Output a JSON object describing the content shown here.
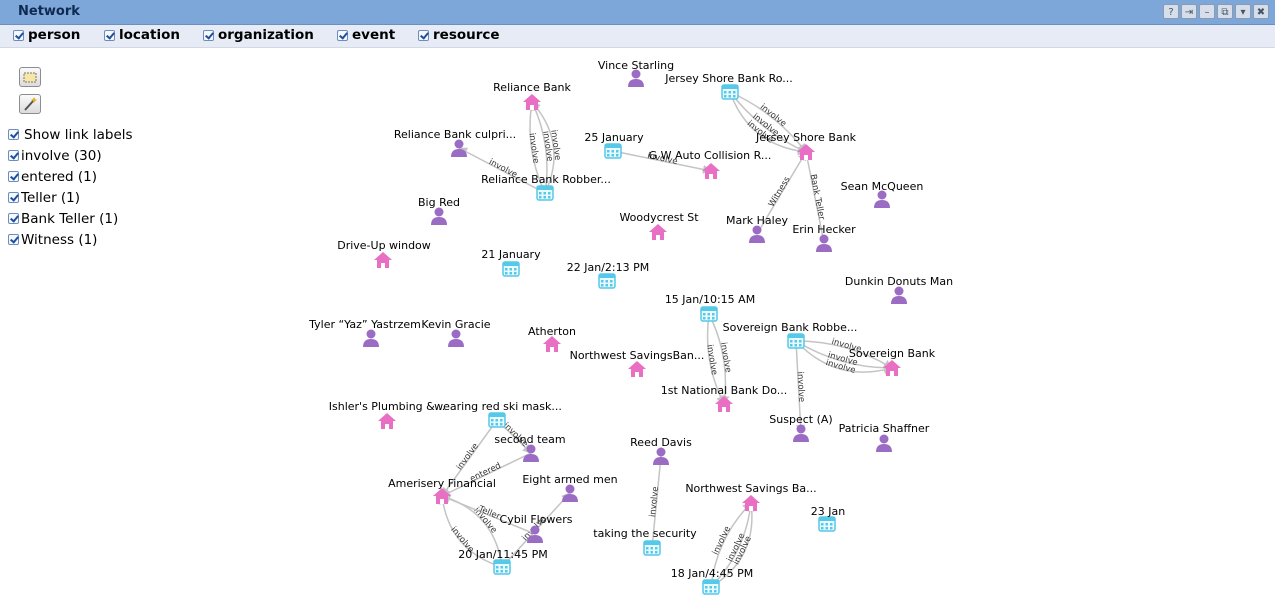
{
  "window": {
    "title": "Network"
  },
  "filters": [
    {
      "label": "person"
    },
    {
      "label": "location"
    },
    {
      "label": "organization"
    },
    {
      "label": "event"
    },
    {
      "label": "resource"
    }
  ],
  "legend": {
    "show_link_labels": "Show link labels",
    "items": [
      {
        "label": "involve (30)"
      },
      {
        "label": "entered (1)"
      },
      {
        "label": "Teller (1)"
      },
      {
        "label": "Bank Teller (1)"
      },
      {
        "label": "Witness (1)"
      }
    ]
  },
  "colors": {
    "person": "#9b6cc4",
    "location": "#e86fc4",
    "event": "#56c8e8",
    "edge": "#c4c4c4",
    "titlebar": "#7da7d9"
  },
  "nodes": [
    {
      "id": "vince",
      "label": "Vince Starling",
      "type": "person"
    },
    {
      "id": "jsbr",
      "label": "Jersey Shore Bank Ro...",
      "type": "event"
    },
    {
      "id": "jsb",
      "label": "Jersey Shore Bank",
      "type": "location"
    },
    {
      "id": "rb",
      "label": "Reliance Bank",
      "type": "location"
    },
    {
      "id": "rbc",
      "label": "Reliance Bank culpri...",
      "type": "person"
    },
    {
      "id": "rbr",
      "label": "Reliance Bank Robber...",
      "type": "event"
    },
    {
      "id": "jan25",
      "label": "25 January",
      "type": "event"
    },
    {
      "id": "gw",
      "label": "G W Auto Collision R...",
      "type": "location"
    },
    {
      "id": "sean",
      "label": "Sean McQueen",
      "type": "person"
    },
    {
      "id": "bigred",
      "label": "Big Red",
      "type": "person"
    },
    {
      "id": "woody",
      "label": "Woodycrest St",
      "type": "location"
    },
    {
      "id": "mark",
      "label": "Mark Haley",
      "type": "person"
    },
    {
      "id": "erin",
      "label": "Erin Hecker",
      "type": "person"
    },
    {
      "id": "drive",
      "label": "Drive-Up window",
      "type": "location"
    },
    {
      "id": "jan21",
      "label": "21 January",
      "type": "event"
    },
    {
      "id": "jan22",
      "label": "22 Jan/2:13 PM",
      "type": "event"
    },
    {
      "id": "dunkin",
      "label": "Dunkin Donuts Man",
      "type": "person"
    },
    {
      "id": "jan15",
      "label": "15 Jan/10:15 AM",
      "type": "event"
    },
    {
      "id": "tyler",
      "label": "Tyler “Yaz” Yastrzem",
      "type": "person"
    },
    {
      "id": "kevin",
      "label": "Kevin Gracie",
      "type": "person"
    },
    {
      "id": "atherton",
      "label": "Atherton",
      "type": "location"
    },
    {
      "id": "sbr",
      "label": "Sovereign Bank Robbe...",
      "type": "event"
    },
    {
      "id": "sb",
      "label": "Sovereign Bank",
      "type": "location"
    },
    {
      "id": "nwsb",
      "label": "Northwest SavingsBan...",
      "type": "location"
    },
    {
      "id": "first",
      "label": "1st National Bank Do...",
      "type": "location"
    },
    {
      "id": "ishler",
      "label": "Ishler's Plumbing &...",
      "type": "location"
    },
    {
      "id": "wearing",
      "label": "wearing red ski mask...",
      "type": "event"
    },
    {
      "id": "suspect",
      "label": "Suspect (A)",
      "type": "person"
    },
    {
      "id": "patricia",
      "label": "Patricia Shaffner",
      "type": "person"
    },
    {
      "id": "second",
      "label": "second team",
      "type": "person"
    },
    {
      "id": "reed",
      "label": "Reed Davis",
      "type": "person"
    },
    {
      "id": "amerisery",
      "label": "Amerisery Financial",
      "type": "location"
    },
    {
      "id": "eight",
      "label": "Eight armed men",
      "type": "person"
    },
    {
      "id": "nwsb2",
      "label": "Northwest Savings Ba...",
      "type": "location"
    },
    {
      "id": "cybil",
      "label": "Cybil Flowers",
      "type": "person"
    },
    {
      "id": "jan23",
      "label": "23 Jan",
      "type": "event"
    },
    {
      "id": "taking",
      "label": "taking the security",
      "type": "event"
    },
    {
      "id": "jan20",
      "label": "20 Jan/11:45 PM",
      "type": "event"
    },
    {
      "id": "jan18",
      "label": "18 Jan/4:45 PM",
      "type": "event"
    }
  ],
  "edges": [
    {
      "from": "rbr",
      "to": "rb",
      "label": "involve"
    },
    {
      "from": "rbr",
      "to": "rb",
      "label": "involve"
    },
    {
      "from": "rbr",
      "to": "rbc",
      "label": "involve"
    },
    {
      "from": "rbr",
      "to": "rb",
      "label": "involve"
    },
    {
      "from": "jan25",
      "to": "gw",
      "label": "involve"
    },
    {
      "from": "jsbr",
      "to": "jsb",
      "label": "involve"
    },
    {
      "from": "jsbr",
      "to": "jsb",
      "label": "involve"
    },
    {
      "from": "jsbr",
      "to": "jsb",
      "label": "involve"
    },
    {
      "from": "mark",
      "to": "jsb",
      "label": "Witness"
    },
    {
      "from": "erin",
      "to": "jsb",
      "label": "Bank Teller"
    },
    {
      "from": "jan15",
      "to": "first",
      "label": "involve"
    },
    {
      "from": "jan15",
      "to": "first",
      "label": "involve"
    },
    {
      "from": "sbr",
      "to": "sb",
      "label": "involve"
    },
    {
      "from": "sbr",
      "to": "sb",
      "label": "involve"
    },
    {
      "from": "sbr",
      "to": "sb",
      "label": "involve"
    },
    {
      "from": "sbr",
      "to": "suspect",
      "label": "involve"
    },
    {
      "from": "wearing",
      "to": "amerisery",
      "label": "involve"
    },
    {
      "from": "wearing",
      "to": "second",
      "label": "involve"
    },
    {
      "from": "second",
      "to": "amerisery",
      "label": "entered"
    },
    {
      "from": "jan20",
      "to": "amerisery",
      "label": "involve"
    },
    {
      "from": "jan20",
      "to": "amerisery",
      "label": "involve"
    },
    {
      "from": "jan20",
      "to": "eight",
      "label": "involve"
    },
    {
      "from": "cybil",
      "to": "amerisery",
      "label": "Teller"
    },
    {
      "from": "taking",
      "to": "reed",
      "label": "involve"
    },
    {
      "from": "jan18",
      "to": "nwsb2",
      "label": "involve"
    },
    {
      "from": "jan18",
      "to": "nwsb2",
      "label": "involve"
    },
    {
      "from": "jan18",
      "to": "nwsb2",
      "label": "involve"
    }
  ]
}
